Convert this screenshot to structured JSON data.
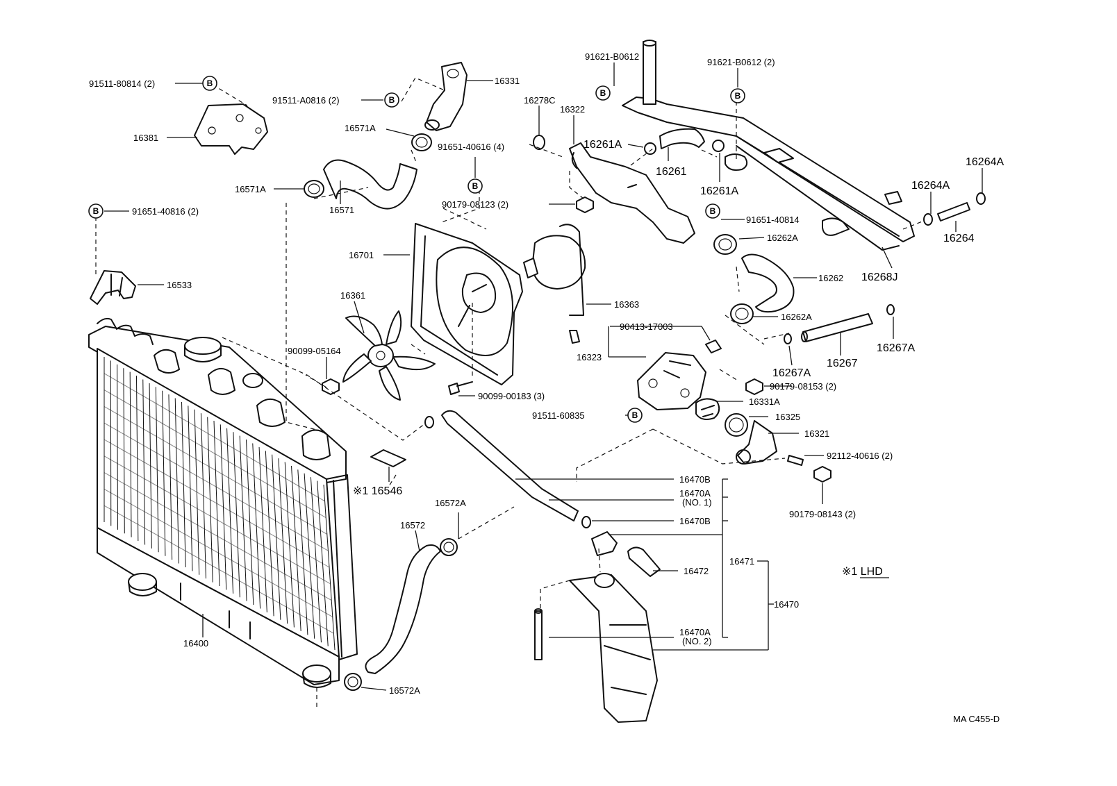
{
  "diagram": {
    "code": "MA C455-D",
    "note": "※1 LHD",
    "bolt_marker": "B",
    "labels": {
      "p91511_80814": "91511-80814 (2)",
      "p16381": "16381",
      "p91511_A0816": "91511-A0816 (2)",
      "p16331": "16331",
      "p16571A_top": "16571A",
      "p16571A_left": "16571A",
      "p16571": "16571",
      "p91651_40816": "91651-40816 (2)",
      "p16533": "16533",
      "p91621_B0612_a": "91621-B0612",
      "p91621_B0612_b": "91621-B0612 (2)",
      "p16278C": "16278C",
      "p16322": "16322",
      "p16261A_a": "16261A",
      "p16261": "16261",
      "p16261A_b": "16261A",
      "p16264A_a": "16264A",
      "p16264A_b": "16264A",
      "p16264": "16264",
      "p16268J": "16268J",
      "p91651_40616": "91651-40616 (4)",
      "p90179_08123": "90179-08123 (2)",
      "p91651_40814": "91651-40814",
      "p16262A_a": "16262A",
      "p16262": "16262",
      "p16262A_b": "16262A",
      "p16701": "16701",
      "p16363": "16363",
      "p16361": "16361",
      "p90413_17003": "90413-17003",
      "p16323": "16323",
      "p16267": "16267",
      "p16267A_a": "16267A",
      "p16267A_b": "16267A",
      "p90099_05164": "90099-05164",
      "p90099_00183": "90099-00183 (3)",
      "p90179_08153": "90179-08153 (2)",
      "p16331A": "16331A",
      "p91511_60835": "91511-60835",
      "p16325": "16325",
      "p16321": "16321",
      "p92112_40616": "92112-40616 (2)",
      "p90179_08143": "90179-08143 (2)",
      "p16546": "※1 16546",
      "p16470B_a": "16470B",
      "p16470A_1": "16470A",
      "p16470A_1_note": "(NO. 1)",
      "p16470B_b": "16470B",
      "p16572A_a": "16572A",
      "p16572": "16572",
      "p16471": "16471",
      "p16472": "16472",
      "p16470": "16470",
      "p16470A_2": "16470A",
      "p16470A_2_note": "(NO. 2)",
      "p16400": "16400",
      "p16572A_b": "16572A"
    }
  }
}
